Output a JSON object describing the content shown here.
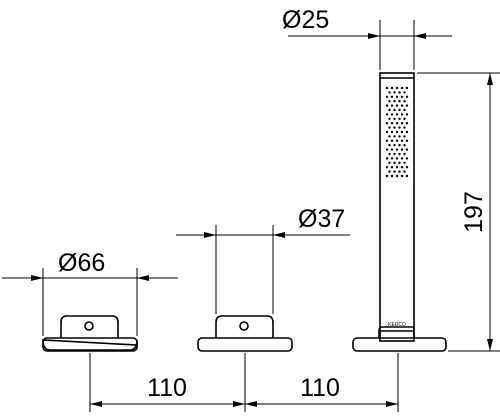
{
  "drawing": {
    "dimensions": {
      "hand_shower_diameter": "Ø25",
      "spout_diameter": "Ø37",
      "handle_diameter": "Ø66",
      "spacing_left": "110",
      "spacing_right": "110",
      "hand_shower_height": "197"
    },
    "logo": "KEUCO"
  }
}
